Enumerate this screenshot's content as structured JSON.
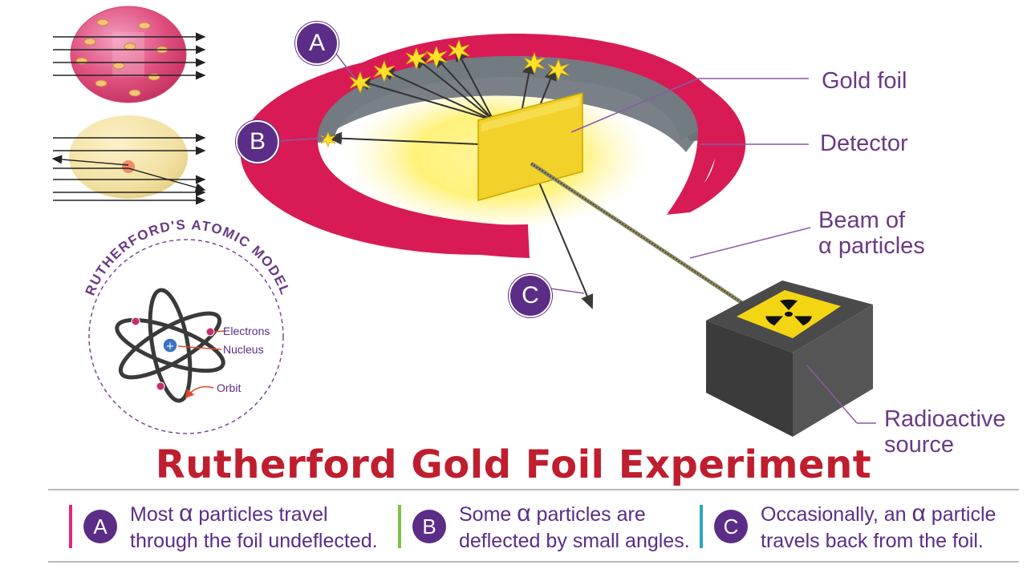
{
  "title": "Rutherford Gold Foil Experiment",
  "colors": {
    "title_red": "#bf1e2e",
    "purple": "#5b2d86",
    "label_purple": "#6b3a84",
    "detector_red": "#d81b55",
    "foil_gold": "#f2d22a",
    "glow_yellow": "#fff27a",
    "legend_a": "#e0287a",
    "legend_b": "#7cc243",
    "legend_c": "#2aa6c4"
  },
  "markers": {
    "a": "A",
    "b": "B",
    "c": "C"
  },
  "labels": {
    "gold_foil": "Gold foil",
    "detector": "Detector",
    "beam_line1": "Beam of",
    "beam_line2": "α particles",
    "source_line1": "Radioactive",
    "source_line2": "source"
  },
  "atomic_model": {
    "title": "RUTHERFORD'S ATOMIC MODEL",
    "electrons": "Electrons",
    "nucleus": "Nucleus",
    "orbit": "Orbit"
  },
  "legend": [
    {
      "letter": "A",
      "line1_pre": "Most ",
      "alpha": "α",
      "line1_post": " particles travel",
      "line2": "through the foil undeflected."
    },
    {
      "letter": "B",
      "line1_pre": "Some ",
      "alpha": "α",
      "line1_post": " particles are",
      "line2": "deflected by small angles."
    },
    {
      "letter": "C",
      "line1_pre": "Occasionally, an ",
      "alpha": "α",
      "line1_post": " particle",
      "line2": "travels back from the foil."
    }
  ],
  "icons": {
    "radiation": "radiation-trefoil-icon",
    "nucleus": "plus-nucleus-icon"
  }
}
